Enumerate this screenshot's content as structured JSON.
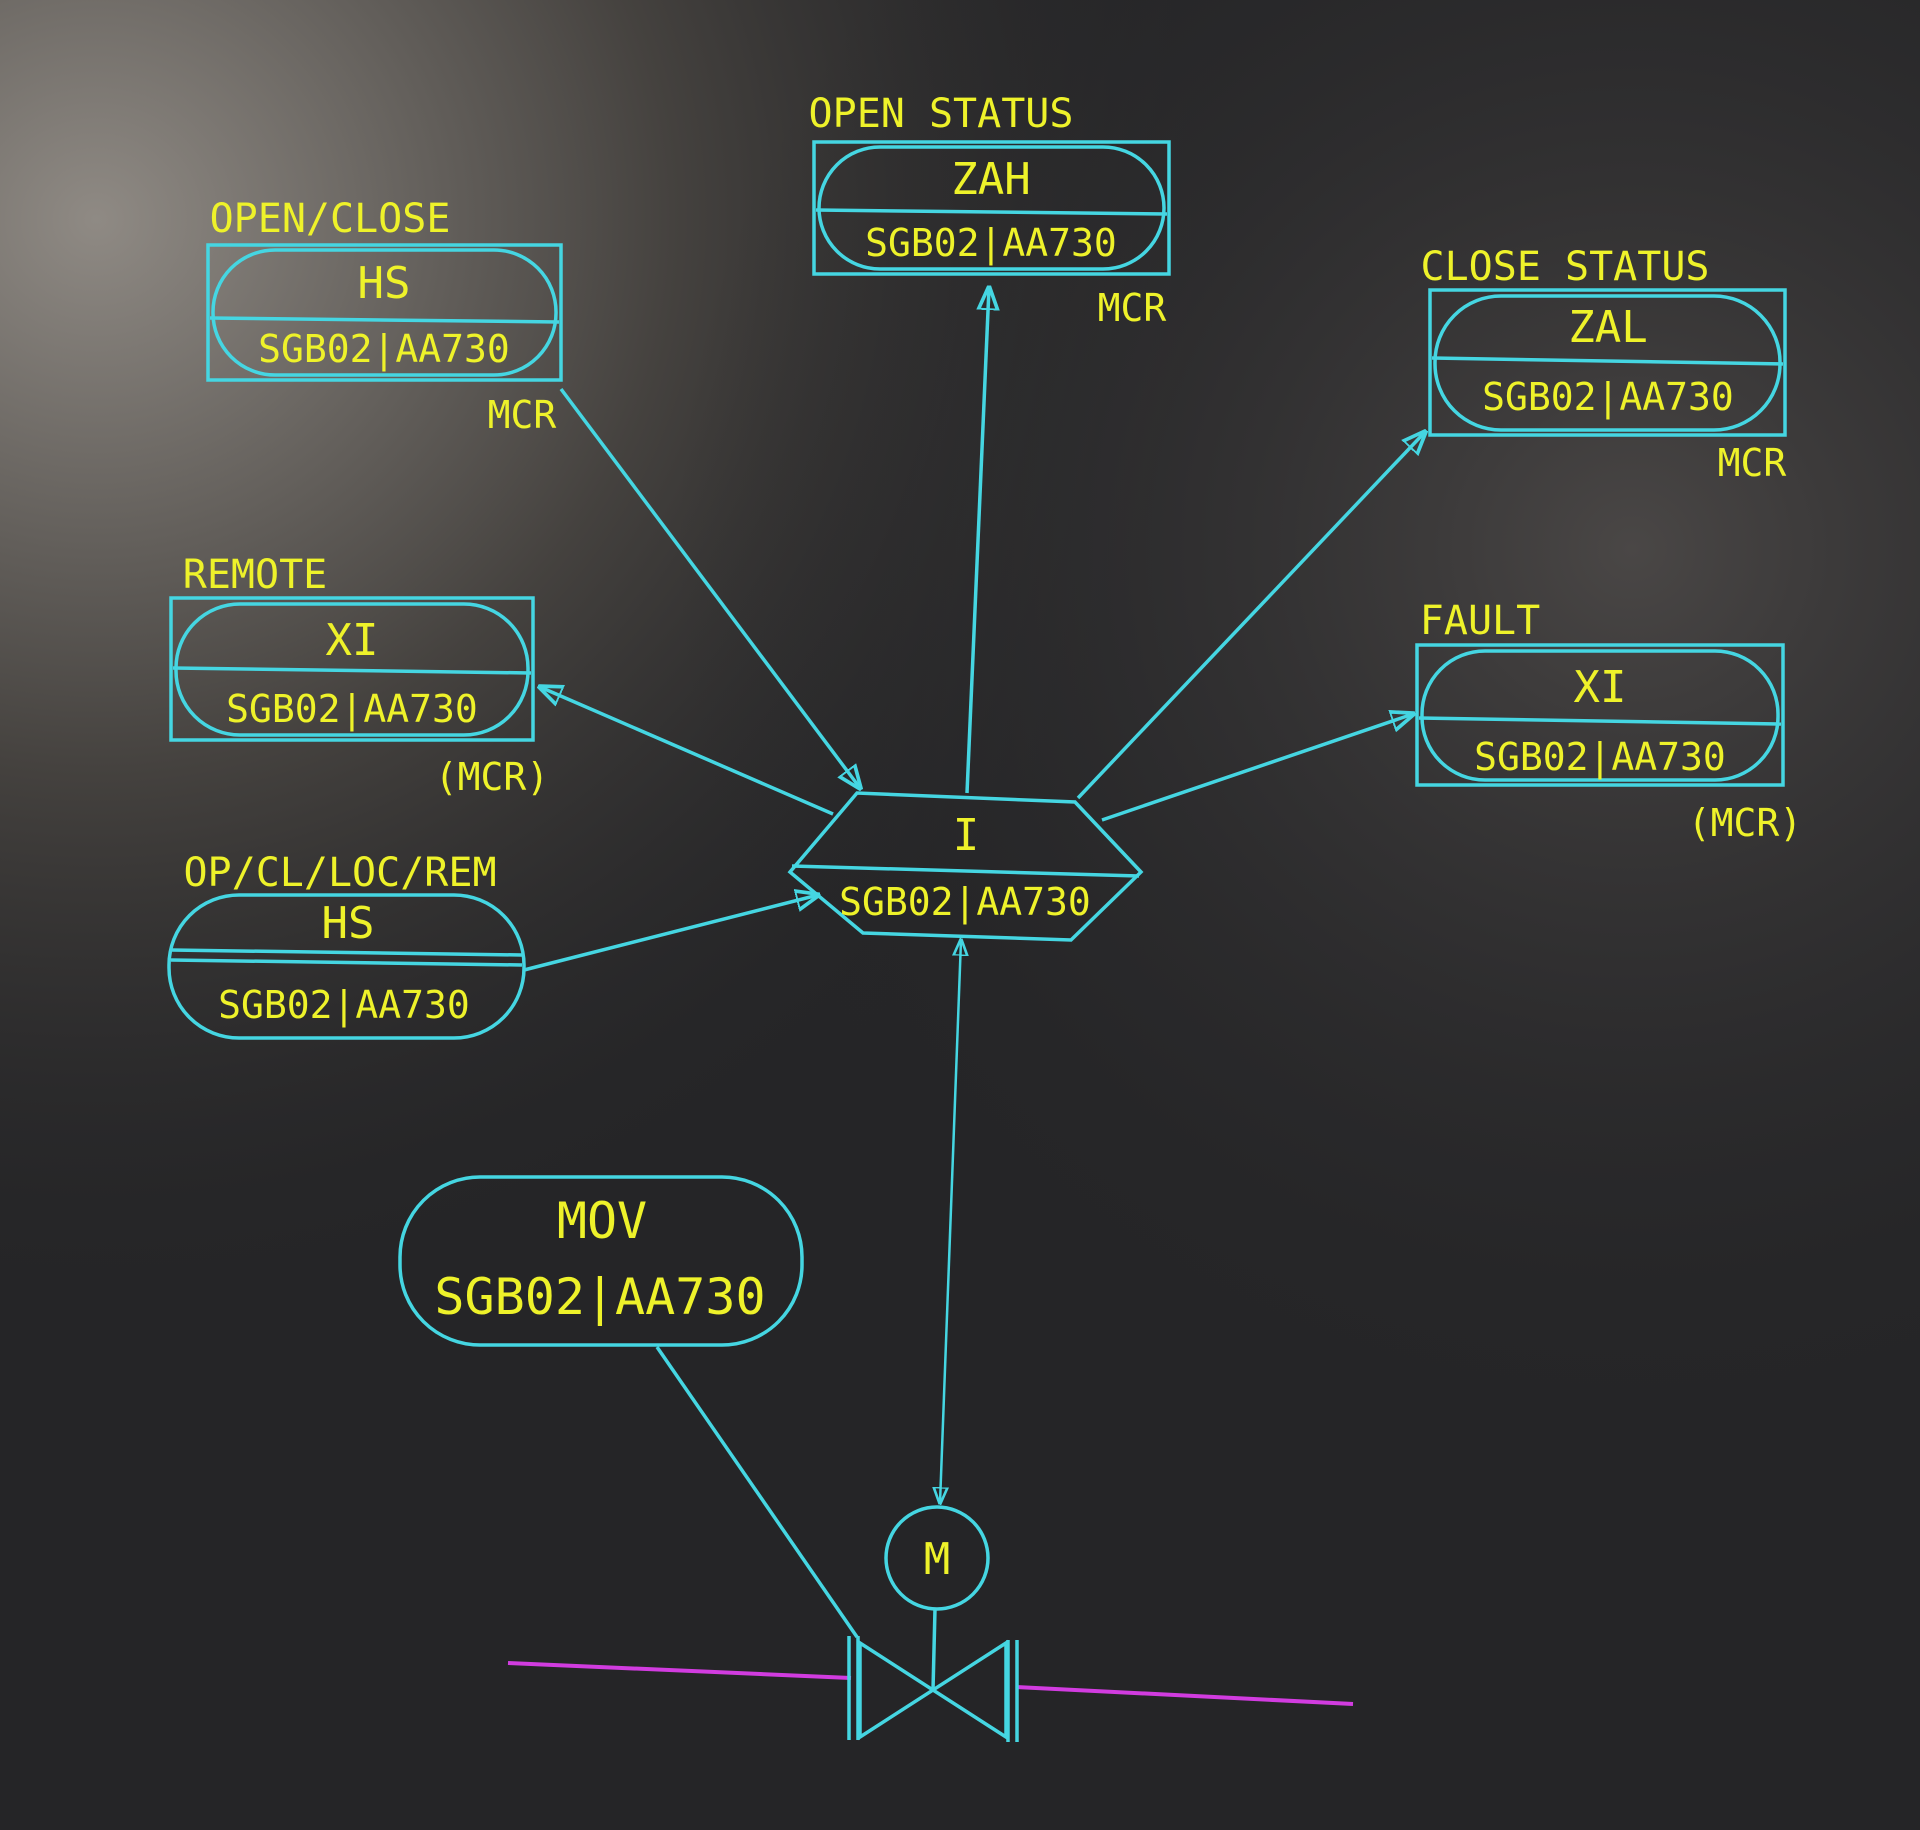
{
  "colors": {
    "line": "#45d6e2",
    "text": "#eef22a",
    "process_line": "#d23ce0",
    "background": "#252527"
  },
  "instruments": {
    "open_close": {
      "label": "OPEN/CLOSE",
      "tag": "HS",
      "id": "SGB02|AA730",
      "location": "MCR"
    },
    "open_status": {
      "label": "OPEN STATUS",
      "tag": "ZAH",
      "id": "SGB02|AA730",
      "location": "MCR"
    },
    "close_status": {
      "label": "CLOSE STATUS",
      "tag": "ZAL",
      "id": "SGB02|AA730",
      "location": "MCR"
    },
    "remote": {
      "label": "REMOTE",
      "tag": "XI",
      "id": "SGB02|AA730",
      "location": "(MCR)"
    },
    "fault": {
      "label": "FAULT",
      "tag": "XI",
      "id": "SGB02|AA730",
      "location": "(MCR)"
    },
    "op_cl_loc_rem": {
      "label": "OP/CL/LOC/REM",
      "tag": "HS",
      "id": "SGB02|AA730"
    }
  },
  "interlock": {
    "tag": "I",
    "id": "SGB02|AA730"
  },
  "mov": {
    "tag": "MOV",
    "id": "SGB02|AA730"
  },
  "motor": {
    "symbol": "M"
  }
}
